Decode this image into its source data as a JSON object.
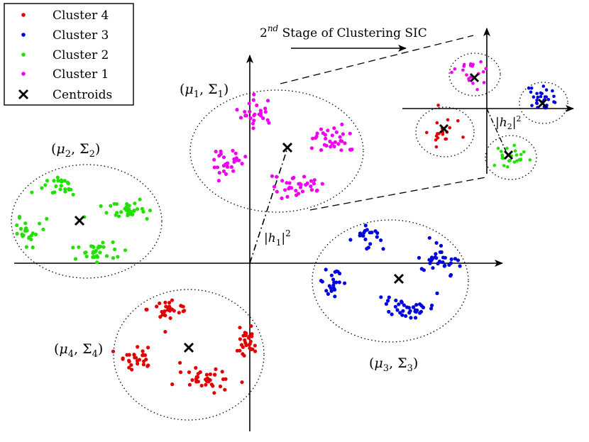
{
  "legend": {
    "items": [
      {
        "label": "Cluster 4",
        "color": "#e00000",
        "marker": "dot"
      },
      {
        "label": "Cluster 3",
        "color": "#0000e0",
        "marker": "dot"
      },
      {
        "label": "Cluster 2",
        "color": "#22e000",
        "marker": "dot"
      },
      {
        "label": "Cluster 1",
        "color": "#f000f0",
        "marker": "dot"
      },
      {
        "label": "Centroids",
        "color": "#000000",
        "marker": "x"
      }
    ]
  },
  "stage_label": {
    "prefix": "2",
    "superscript": "nd",
    "text": " Stage of Clustering SIC"
  },
  "params": {
    "c1": {
      "mu": "μ",
      "sub": "1",
      "sigma": "Σ",
      "sub2": "1"
    },
    "c2": {
      "mu": "μ",
      "sub": "2",
      "sigma": "Σ",
      "sub2": "2"
    },
    "c3": {
      "mu": "μ",
      "sub": "3",
      "sigma": "Σ",
      "sub2": "3"
    },
    "c4": {
      "mu": "μ",
      "sub": "4",
      "sigma": "Σ",
      "sub2": "4"
    }
  },
  "channel_labels": {
    "h1": {
      "symbol": "h",
      "sub": "1",
      "power": "2"
    },
    "h2": {
      "symbol": "h",
      "sub": "2",
      "power": "2"
    }
  }
}
